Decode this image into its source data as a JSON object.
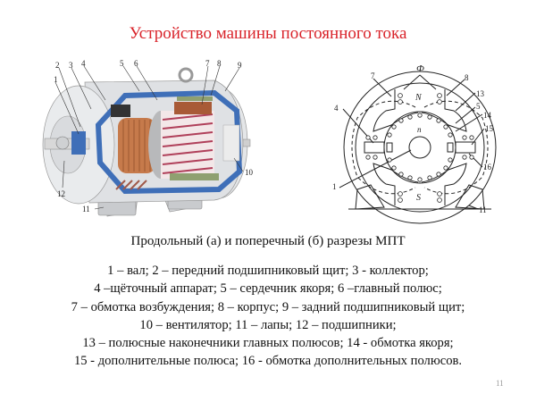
{
  "slide": {
    "title": "Устройство машины постоянного тока",
    "caption": "Продольный (а)  и поперечный  (б) разрезы МПТ",
    "legend_lines": [
      "1 – вал; 2 – передний подшипниковый щит;  3 - коллектор;",
      "4 –щёточный аппарат;  5 – сердечник якоря; 6 –главный полюс;",
      "7 – обмотка возбуждения; 8 – корпус;  9 – задний подшипниковый щит;",
      "10 – вентилятор; 11 – лапы; 12 – подшипники;",
      "13 – полюсные наконечники главных полюсов; 14 - обмотка якоря;",
      "15 - дополнительные полюса; 16 -  обмотка дополнительных полюсов."
    ],
    "page_number": "11",
    "title_color": "#d9232a"
  },
  "figure_a": {
    "labels": [
      "1",
      "2",
      "3",
      "4",
      "5",
      "6",
      "7",
      "8",
      "9",
      "10",
      "11",
      "12"
    ]
  },
  "figure_b": {
    "flux_symbol": "Ф",
    "north": "N",
    "south": "S",
    "rotation": "n",
    "labels": [
      "7",
      "8",
      "13",
      "5",
      "14",
      "4",
      "15",
      "16",
      "1",
      "11"
    ]
  }
}
